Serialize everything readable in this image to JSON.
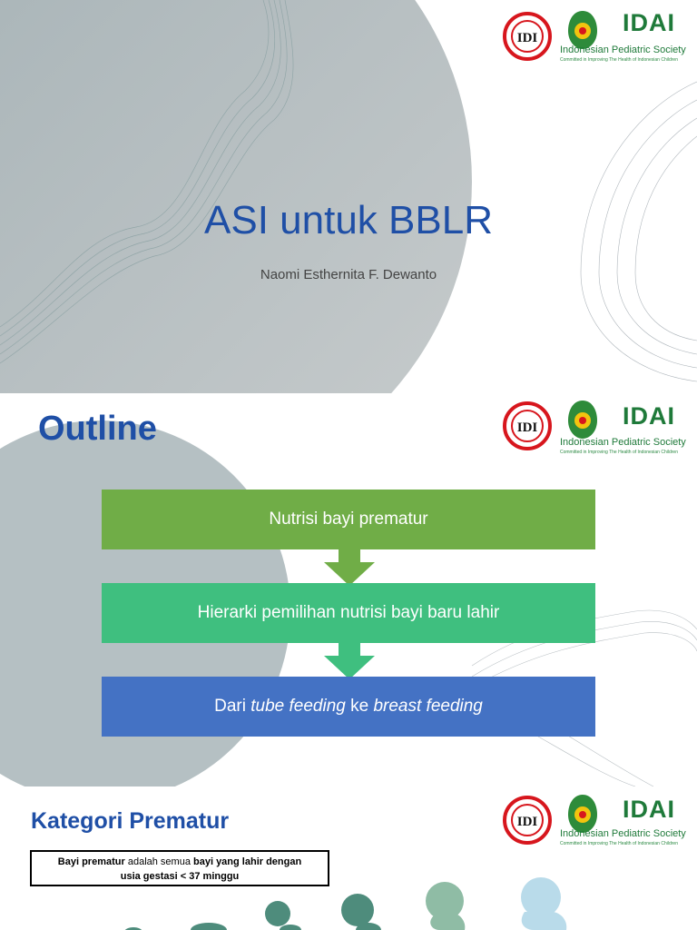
{
  "logos": {
    "idi_text": "IDI",
    "idai_word": "IDAI",
    "idai_name": "Indonesian Pediatric Society",
    "idai_tagline": "Committed in Improving The Health of Indonesian Children"
  },
  "slide1": {
    "title": "ASI untuk BBLR",
    "author": "Naomi Esthernita F. Dewanto"
  },
  "slide2": {
    "title": "Outline",
    "items": [
      {
        "label": "Nutrisi bayi prematur",
        "color": "#70ad47"
      },
      {
        "label": "Hierarki pemilihan nutrisi bayi baru lahir",
        "color": "#3fbf7f"
      },
      {
        "label_pre": "Dari ",
        "label_em1": "tube feeding",
        "label_mid": " ke ",
        "label_em2": "breast feeding",
        "color": "#4472c4"
      }
    ],
    "arrow_colors": [
      "#70ad47",
      "#3fbf7f"
    ]
  },
  "slide3": {
    "title": "Kategori Prematur",
    "definition": {
      "bold1": "Bayi prematur",
      "normal": " adalah semua ",
      "bold2": "bayi yang lahir dengan",
      "line2": "usia gestasi < 37 minggu"
    }
  },
  "colors": {
    "title_blue": "#1f4fa6",
    "idai_green": "#1f7a3a",
    "idi_red": "#d7161d"
  }
}
